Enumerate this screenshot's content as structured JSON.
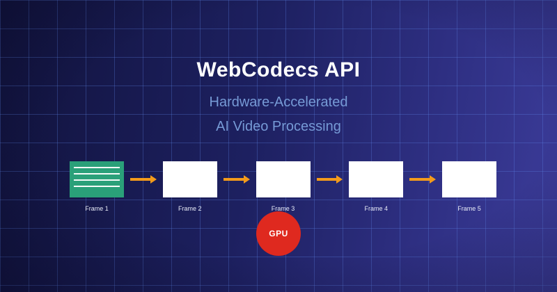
{
  "header": {
    "title": "WebCodecs API",
    "subtitle_line1": "Hardware-Accelerated",
    "subtitle_line2": "AI Video Processing"
  },
  "pipeline": {
    "frames": [
      {
        "label": "Frame 1"
      },
      {
        "label": "Frame 2"
      },
      {
        "label": "Frame 3"
      },
      {
        "label": "Frame 4"
      },
      {
        "label": "Frame 5"
      }
    ],
    "gpu_label": "GPU"
  },
  "colors": {
    "title": "#ffffff",
    "subtitle": "#769ad6",
    "source_frame": "#2aa079",
    "processed_frame": "#ffffff",
    "arrow": "#f39b1b",
    "gpu_circle": "#df291f",
    "grid_line": "#5f87eb"
  }
}
